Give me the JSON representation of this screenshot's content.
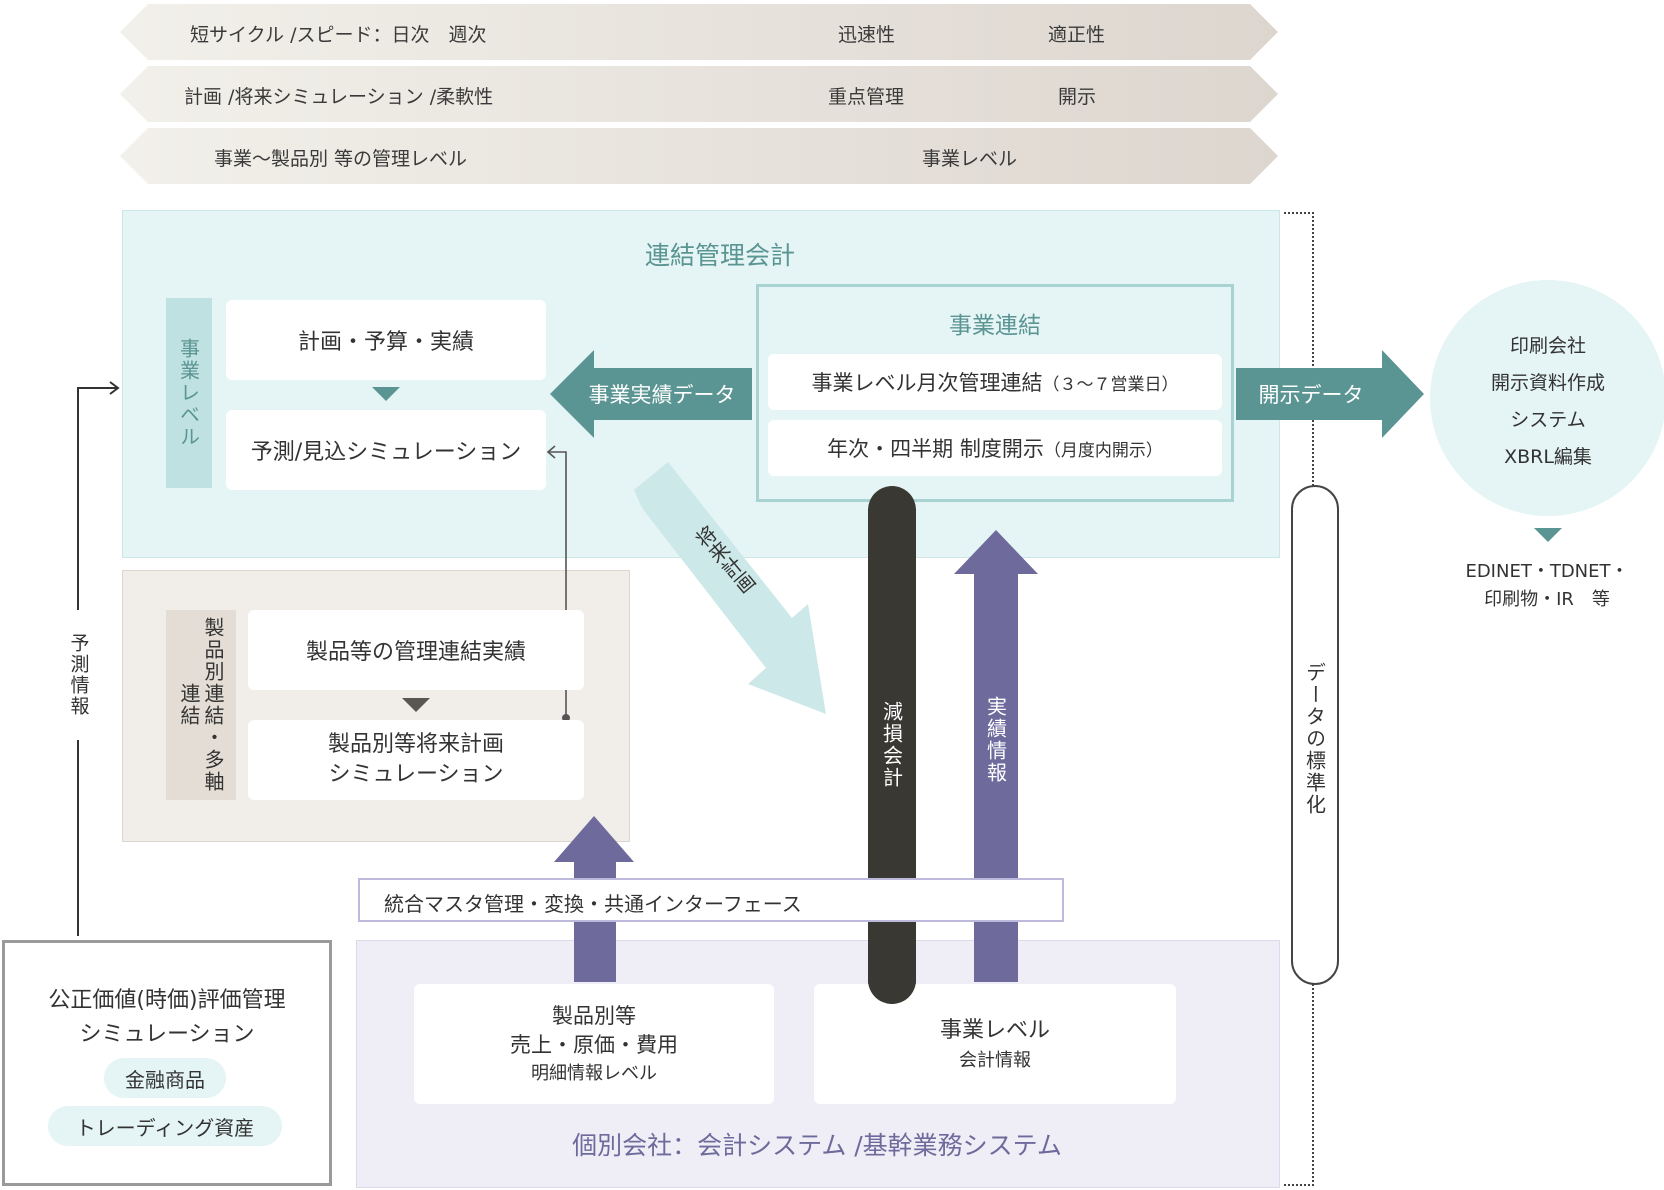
{
  "top_bars": [
    {
      "left": "短サイクル /スピード：日次　週次",
      "mid": "迅速性",
      "right": "適正性"
    },
    {
      "left": "計画 /将来シミュレーション /柔軟性",
      "mid": "重点管理",
      "right": "開示"
    },
    {
      "left": "事業〜製品別 等の管理レベル",
      "right": "事業レベル"
    }
  ],
  "consolidated": {
    "title": "連結管理会計",
    "side_label": "事業レベル",
    "plan_box": "計画・予算・実績",
    "forecast_box": "予測/見込シミュレーション"
  },
  "business_consolidation": {
    "title": "事業連結",
    "monthly_main": "事業レベル月次管理連結",
    "monthly_note": "（３〜７営業日）",
    "annual_main": "年次・四半期 制度開示",
    "annual_note": "（月度内開示）"
  },
  "arrows": {
    "results_data": "事業実績データ",
    "disclosure_data": "開示データ",
    "future_plan": "将来計画",
    "impairment": "減損会計",
    "actual_info": "実績情報",
    "forecast_info": "予測情報",
    "data_standardization": "データの標準化"
  },
  "product_section": {
    "side_label": "製品別連結・多軸連結",
    "box1": "製品等の管理連結実績",
    "box2_line1": "製品別等将来計画",
    "box2_line2": "シミュレーション"
  },
  "printing": {
    "lines": [
      "印刷会社",
      "開示資料作成",
      "システム",
      "XBRL編集"
    ],
    "output_line1": "EDINET・TDNET・",
    "output_line2": "印刷物・IR　等"
  },
  "master_bar": "統合マスタ管理・変換・共通インターフェース",
  "individual": {
    "title": "個別会社：会計システム /基幹業務システム",
    "box_left_line1": "製品別等",
    "box_left_line2": "売上・原価・費用",
    "box_left_line3": "明細情報レベル",
    "box_right_line1": "事業レベル",
    "box_right_line2": "会計情報"
  },
  "fair_value": {
    "title_line1": "公正価値(時価)評価管理",
    "title_line2": "シミュレーション",
    "tag1": "金融商品",
    "tag2": "トレーディング資産"
  },
  "colors": {
    "teal": "#5b9593",
    "teal_light": "#e5f4f4",
    "beige": "#f1eeea",
    "lavender": "#efeef6",
    "purple": "#6e6a9c",
    "dark": "#3a3833"
  }
}
